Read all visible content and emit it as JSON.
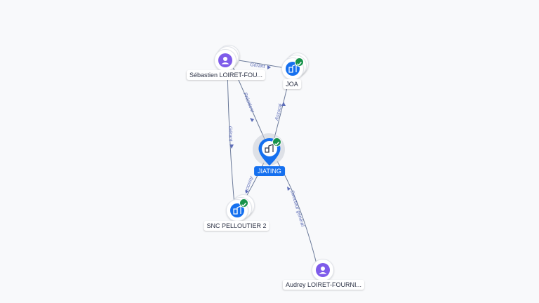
{
  "nodes": {
    "sebastien": {
      "label": "Sébastien LOIRET-FOU...",
      "icon": "person-icon"
    },
    "joa": {
      "label": "JOA",
      "icon": "company-icon"
    },
    "jiating": {
      "label": "JIATING",
      "icon": "company-icon"
    },
    "snc": {
      "label": "SNC PELLOUTIER 2",
      "icon": "company-icon"
    },
    "audrey": {
      "label": "Audrey LOIRET-FOURNI...",
      "icon": "person-icon"
    }
  },
  "edges": {
    "gerant_top": "Gérant",
    "president": "Président",
    "associe_joa": "Associé",
    "gerant_left": "Gérant",
    "associe_snc": "Associé",
    "directeur": "Directeur général"
  },
  "colors": {
    "person": "#7e5bea",
    "company": "#1570ef",
    "verified": "#17934a",
    "edge": "#6b7a99",
    "edge_label": "#5d6db8"
  }
}
